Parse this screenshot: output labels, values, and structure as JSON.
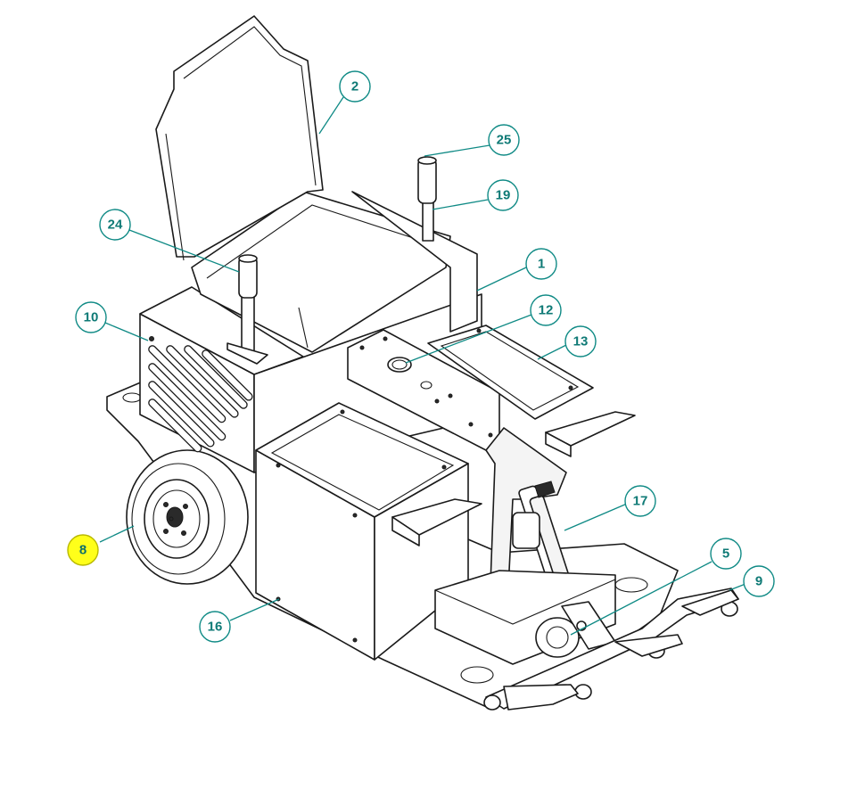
{
  "callouts": [
    {
      "id": "1",
      "label": "1"
    },
    {
      "id": "2",
      "label": "2"
    },
    {
      "id": "5",
      "label": "5"
    },
    {
      "id": "8",
      "label": "8",
      "highlighted": true
    },
    {
      "id": "9",
      "label": "9"
    },
    {
      "id": "10",
      "label": "10"
    },
    {
      "id": "12",
      "label": "12"
    },
    {
      "id": "13",
      "label": "13"
    },
    {
      "id": "16",
      "label": "16"
    },
    {
      "id": "17",
      "label": "17"
    },
    {
      "id": "19",
      "label": "19"
    },
    {
      "id": "24",
      "label": "24"
    },
    {
      "id": "25",
      "label": "25"
    }
  ],
  "colors": {
    "callout_text": "#0f7a76",
    "callout_outline": "#0f8a85",
    "highlight_fill": "#ffff1a",
    "line_art": "#1a1a1a"
  }
}
